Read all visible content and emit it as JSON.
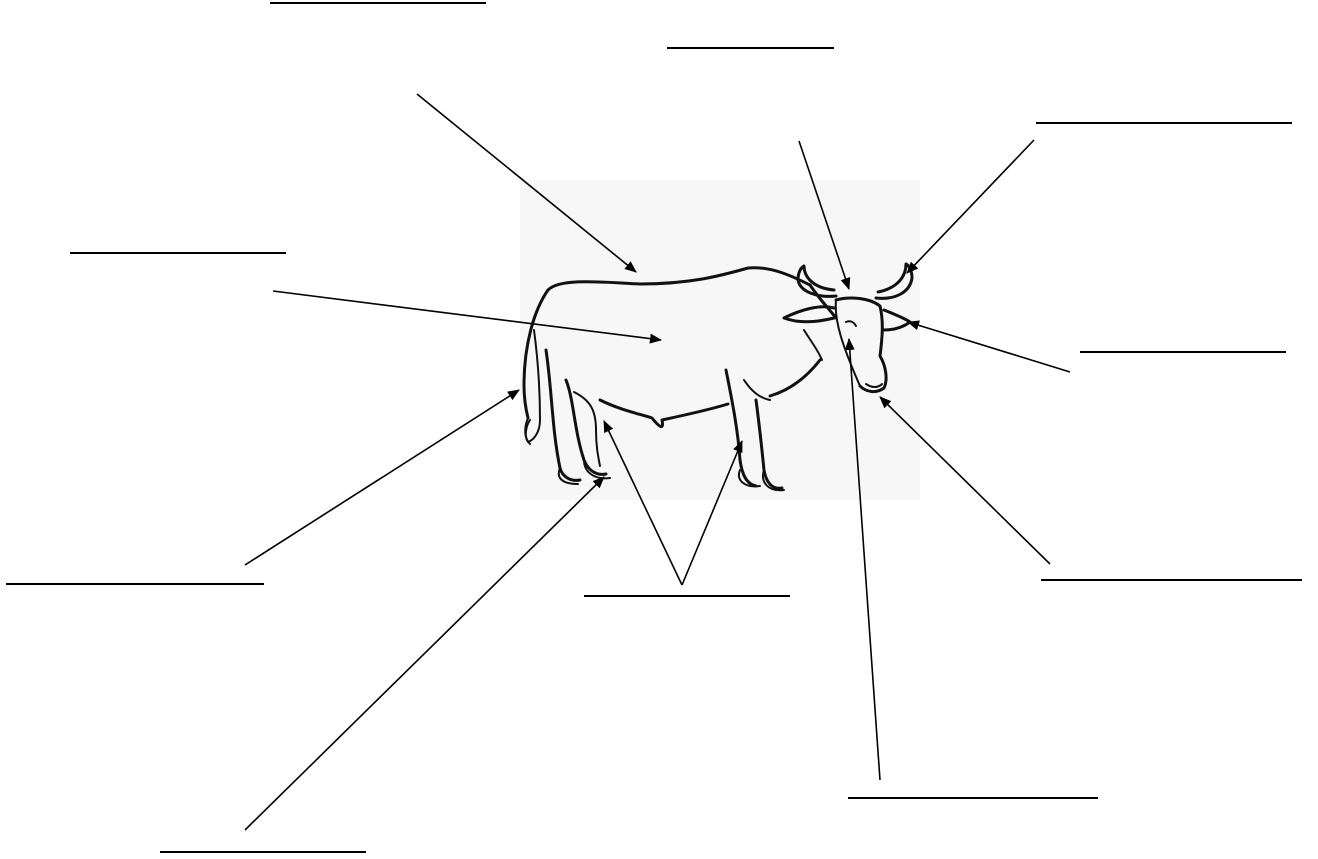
{
  "worksheet": {
    "subject_icon": "cow-outline-drawing",
    "label_blanks": [
      {
        "id": "top-left",
        "text": ""
      },
      {
        "id": "top-center",
        "text": ""
      },
      {
        "id": "horn",
        "text": ""
      },
      {
        "id": "back",
        "text": ""
      },
      {
        "id": "body",
        "text": ""
      },
      {
        "id": "ear",
        "text": ""
      },
      {
        "id": "tail",
        "text": ""
      },
      {
        "id": "legs",
        "text": ""
      },
      {
        "id": "nose",
        "text": ""
      },
      {
        "id": "eye",
        "text": ""
      },
      {
        "id": "hoof",
        "text": ""
      }
    ],
    "ink_color": "#000000"
  }
}
